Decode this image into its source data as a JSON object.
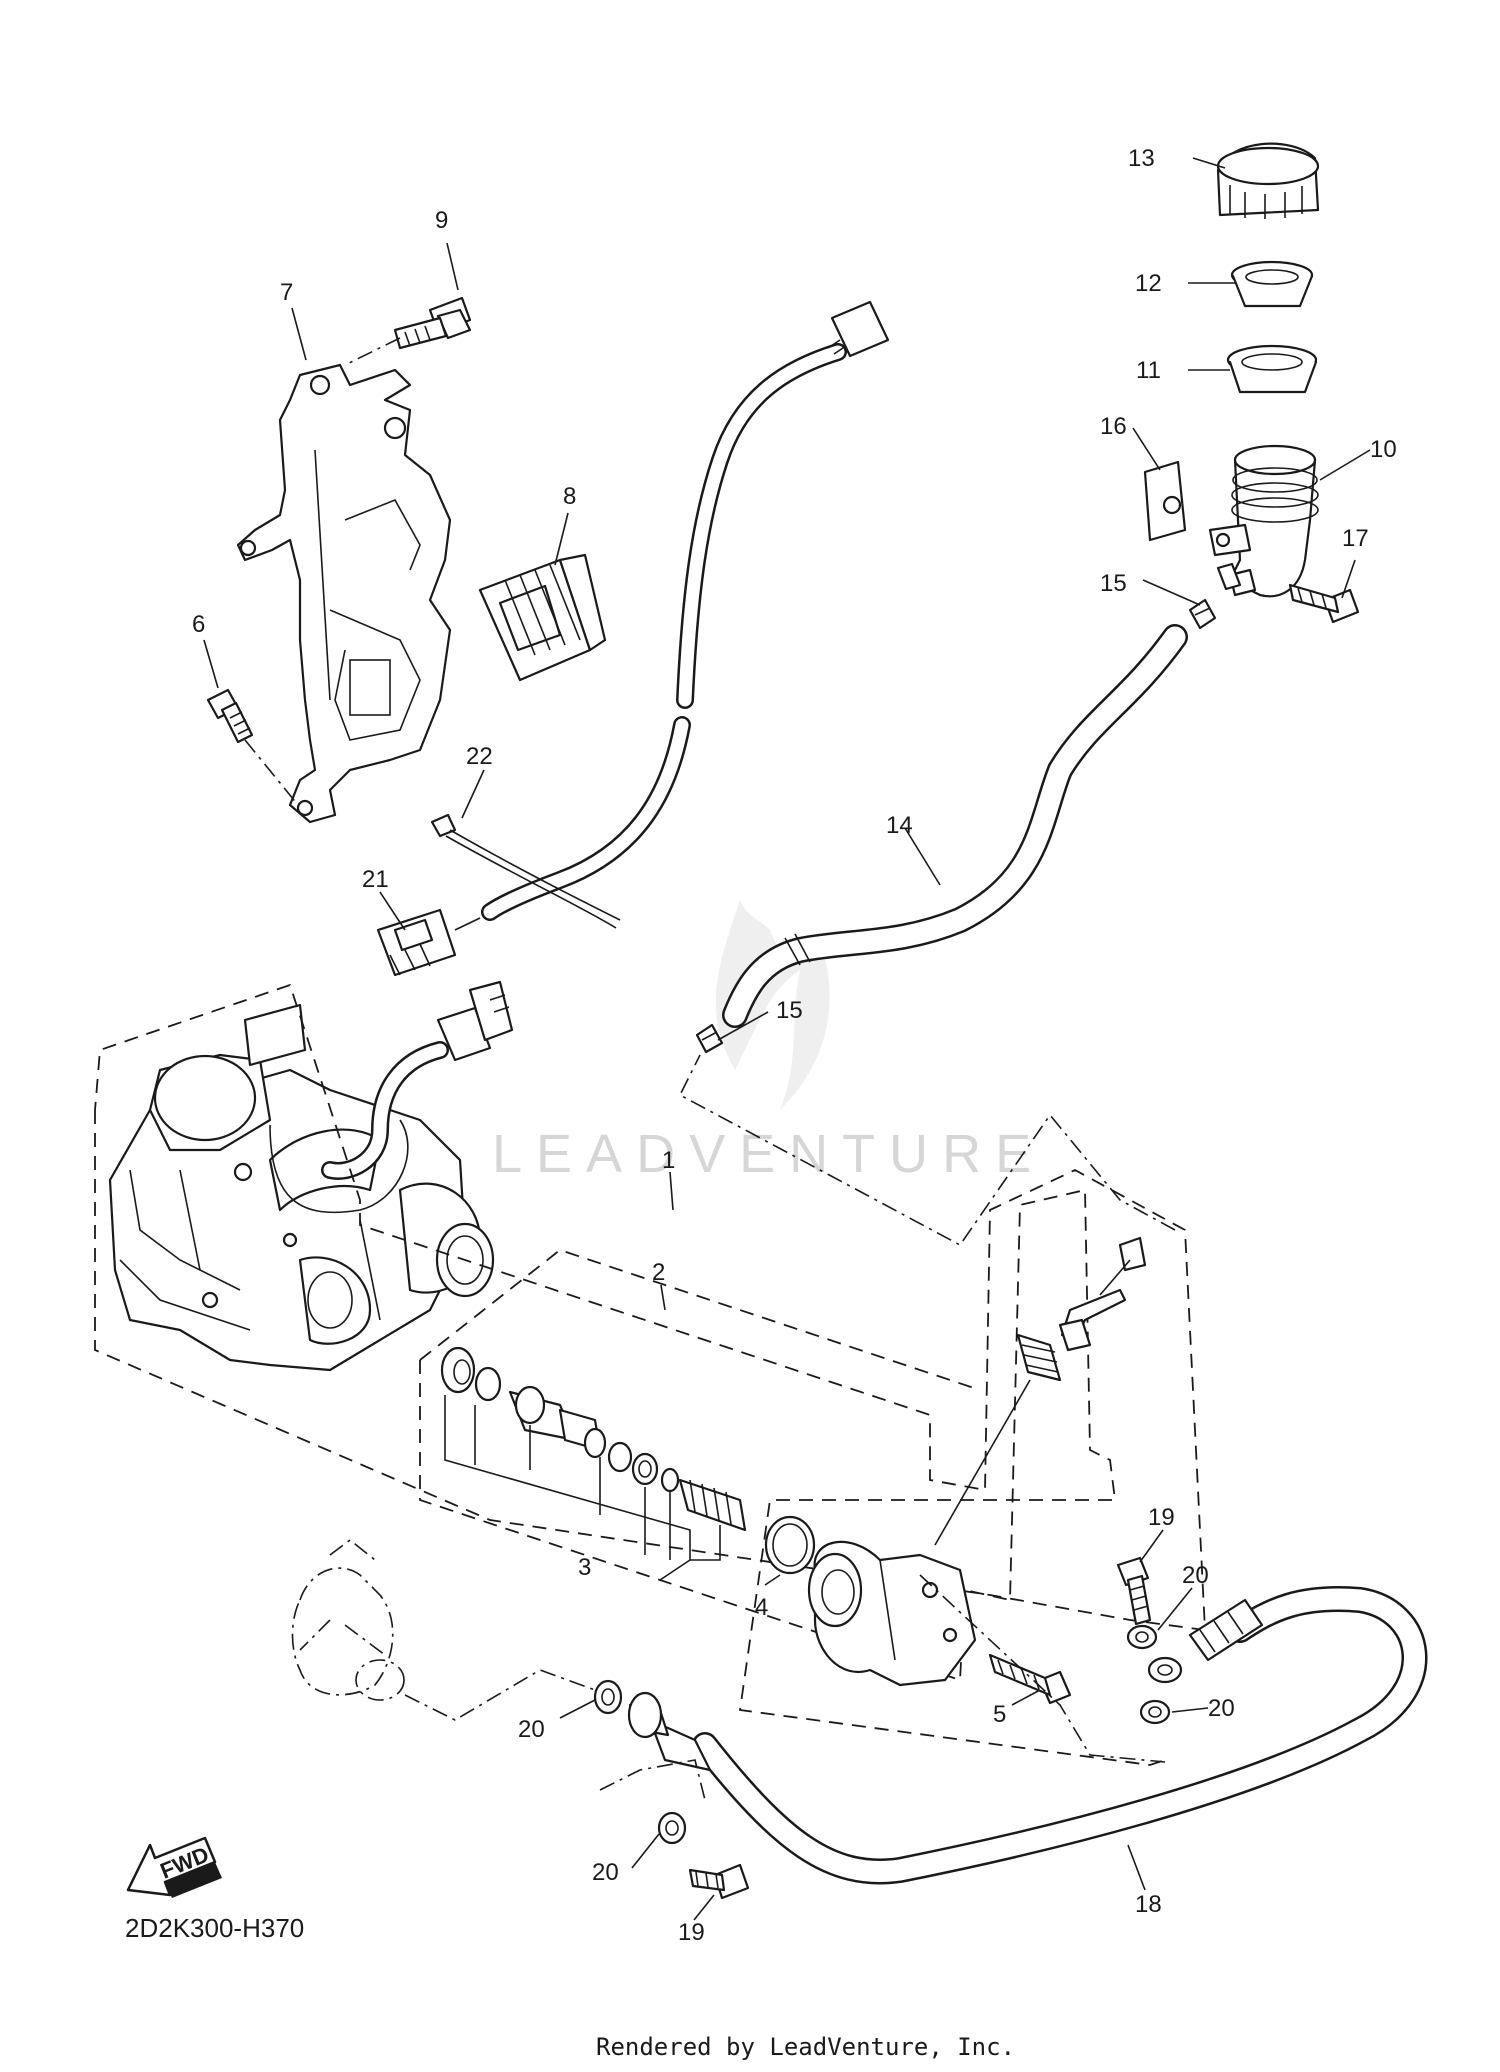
{
  "diagram": {
    "code": "2D2K300-H370",
    "watermark": "LEADVENTURE",
    "credit": "Rendered by LeadVenture, Inc.",
    "fwd_label": "FWD",
    "callouts": {
      "c1": "1",
      "c2": "2",
      "c3": "3",
      "c4": "4",
      "c5": "5",
      "c6": "6",
      "c7": "7",
      "c8": "8",
      "c9": "9",
      "c10": "10",
      "c11": "11",
      "c12": "12",
      "c13": "13",
      "c14": "14",
      "c15a": "15",
      "c15b": "15",
      "c16": "16",
      "c17": "17",
      "c18": "18",
      "c19a": "19",
      "c19b": "19",
      "c20a": "20",
      "c20b": "20",
      "c20c": "20",
      "c20d": "20",
      "c21": "21",
      "c22": "22"
    }
  }
}
